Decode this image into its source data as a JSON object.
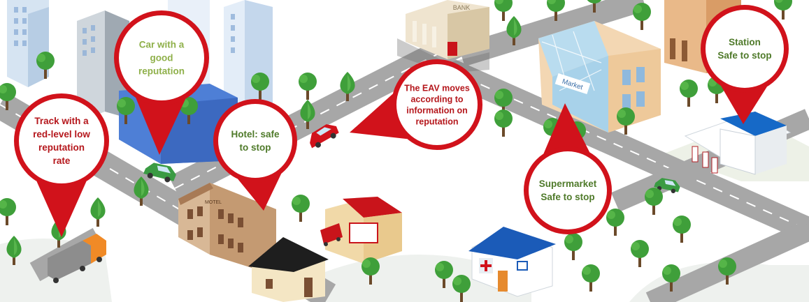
{
  "callouts": [
    {
      "id": "truck",
      "lines": [
        "Track with a",
        "red-level low",
        "reputation",
        "rate"
      ],
      "color": "#b5171c"
    },
    {
      "id": "car",
      "lines": [
        "Car with a",
        "good",
        "reputation"
      ],
      "color": "#8fb04a"
    },
    {
      "id": "hotel",
      "lines": [
        "Hotel: safe",
        "to stop"
      ],
      "color": "#4f7a2a"
    },
    {
      "id": "eav",
      "lines": [
        "The EAV moves",
        "according to",
        "information on",
        "reputation"
      ],
      "color": "#b5171c"
    },
    {
      "id": "supermarket",
      "lines": [
        "Supermarket",
        "Safe to stop"
      ],
      "color": "#4f7a2a"
    },
    {
      "id": "station",
      "lines": [
        "Station",
        "Safe to stop"
      ],
      "color": "#4f7a2a"
    }
  ],
  "signs": {
    "bank": "BANK",
    "motel": "MOTEL",
    "market": "Market"
  },
  "colors": {
    "pin_red": "#d1121b",
    "road": "#a7a7a7",
    "tree": "#3f9f3a"
  }
}
